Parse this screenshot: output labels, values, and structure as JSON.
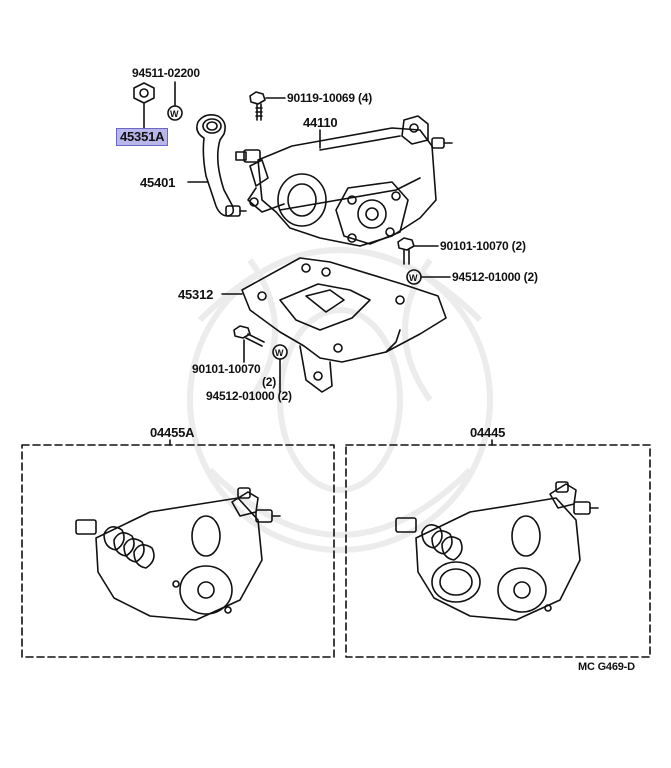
{
  "diagram": {
    "labels": {
      "nut_part": "94511-02200",
      "pitman_nut": "45351A",
      "pitman_arm": "45401",
      "bolt_top": "90119-10069 (4)",
      "gear_housing": "44110",
      "bolt_right": "90101-10070 (2)",
      "washer_right": "94512-01000 (2)",
      "bracket": "45312",
      "bolt_left_line1": "90101-10070",
      "bolt_left_line2": "(2)",
      "washer_left": "94512-01000 (2)",
      "kit_a": "04455A",
      "kit_b": "04445",
      "figure_code": "MC G469-D"
    },
    "colors": {
      "ink": "#111111",
      "highlight_fill": "#b9b7ea",
      "highlight_border": "#6a67c9",
      "watermark": "#ececec"
    }
  }
}
